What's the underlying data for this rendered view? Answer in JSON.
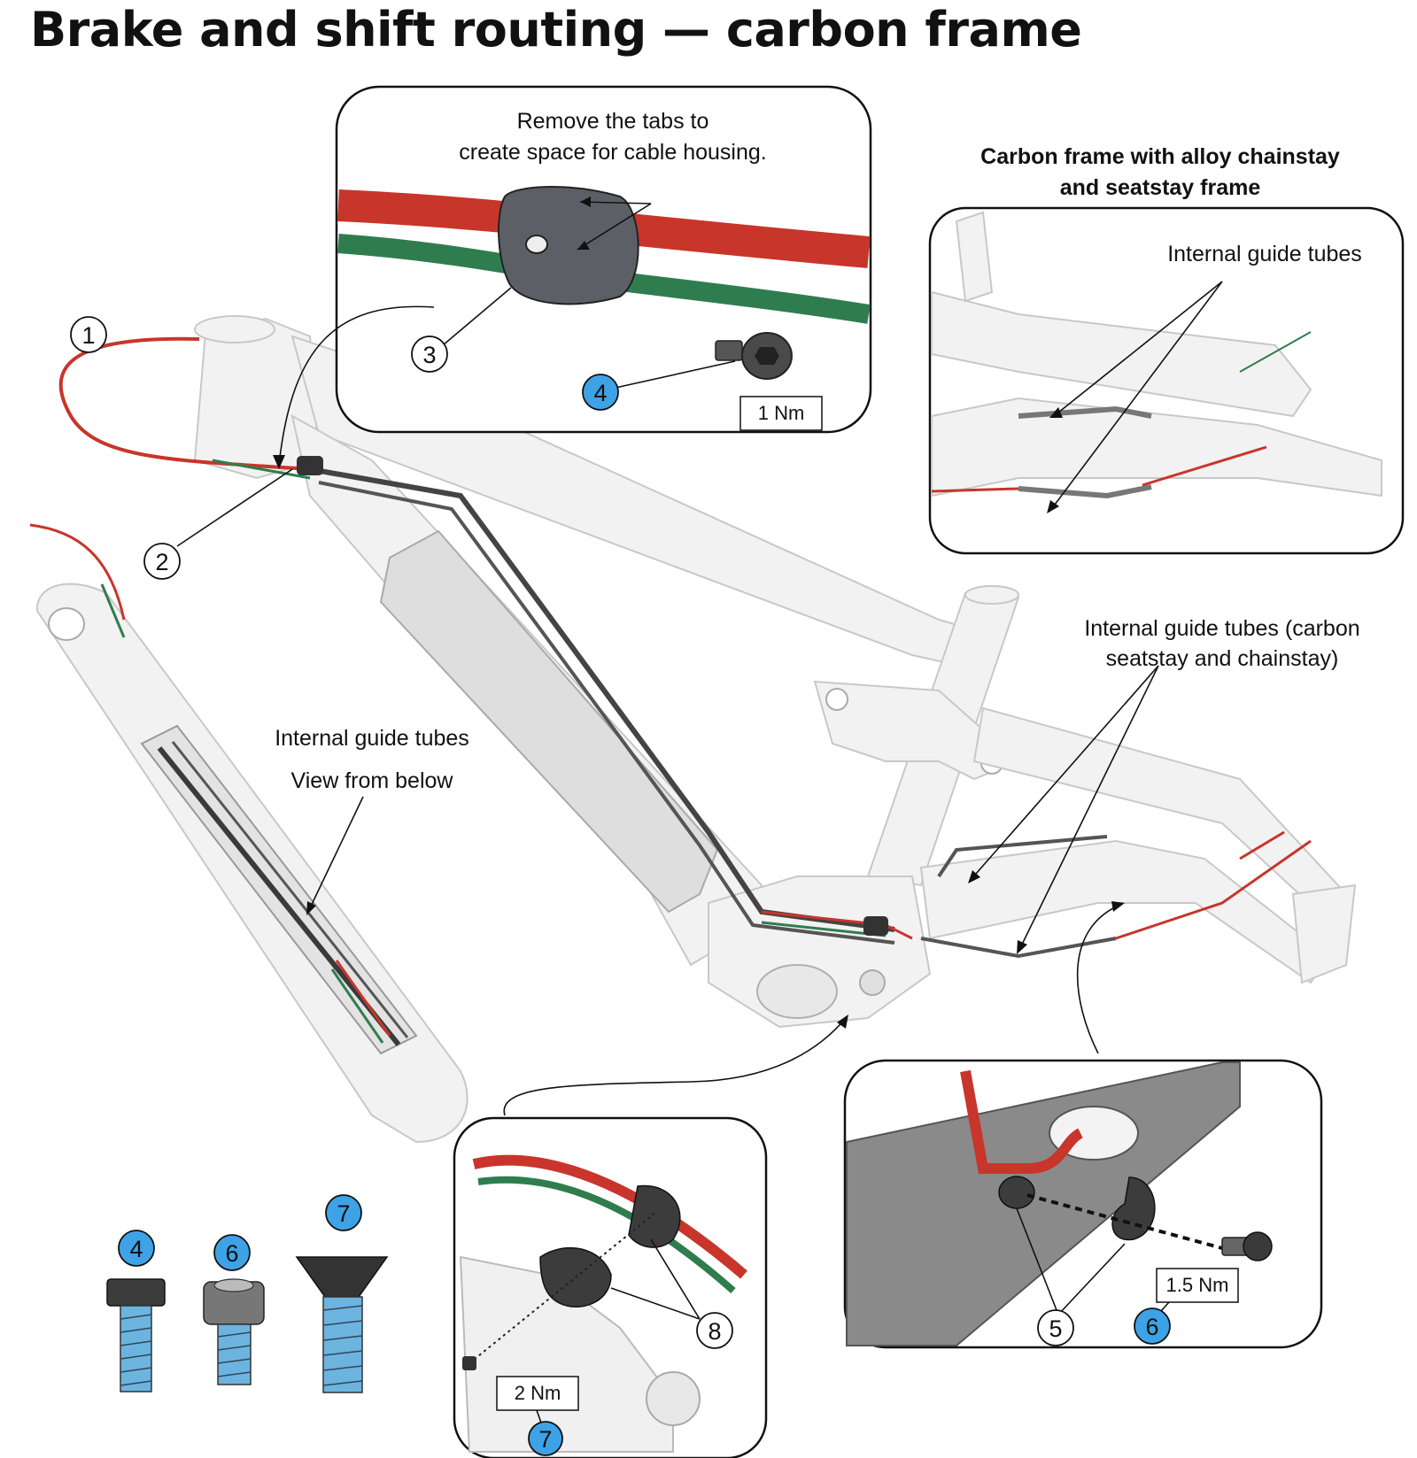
{
  "title": "Brake and shift routing — carbon frame",
  "callouts": {
    "c1": "1",
    "c2": "2",
    "c3": "3",
    "c4": "4",
    "c5": "5",
    "c6": "6",
    "c7": "7",
    "c8": "8"
  },
  "labels": {
    "remove_tabs_line1": "Remove the tabs to",
    "remove_tabs_line2": "create space for cable housing.",
    "alloy_title_line1": "Carbon frame with alloy chainstay",
    "alloy_title_line2": "and seatstay frame",
    "internal_guide_tubes": "Internal guide tubes",
    "guide_tubes_carbon_line1": "Internal guide tubes (carbon",
    "guide_tubes_carbon_line2": "seatstay and chainstay)",
    "below_line1": "Internal guide tubes",
    "below_line2": "View from below"
  },
  "torques": {
    "t1": "1 Nm",
    "t2": "2 Nm",
    "t3": "1.5 Nm"
  },
  "colors": {
    "brake_cable": "#c8352a",
    "shift_cable": "#2f7d4e",
    "callout_blue": "#3ea2e6",
    "frame": "#f2f2f2",
    "bolt_thread": "#6cb4e0"
  }
}
